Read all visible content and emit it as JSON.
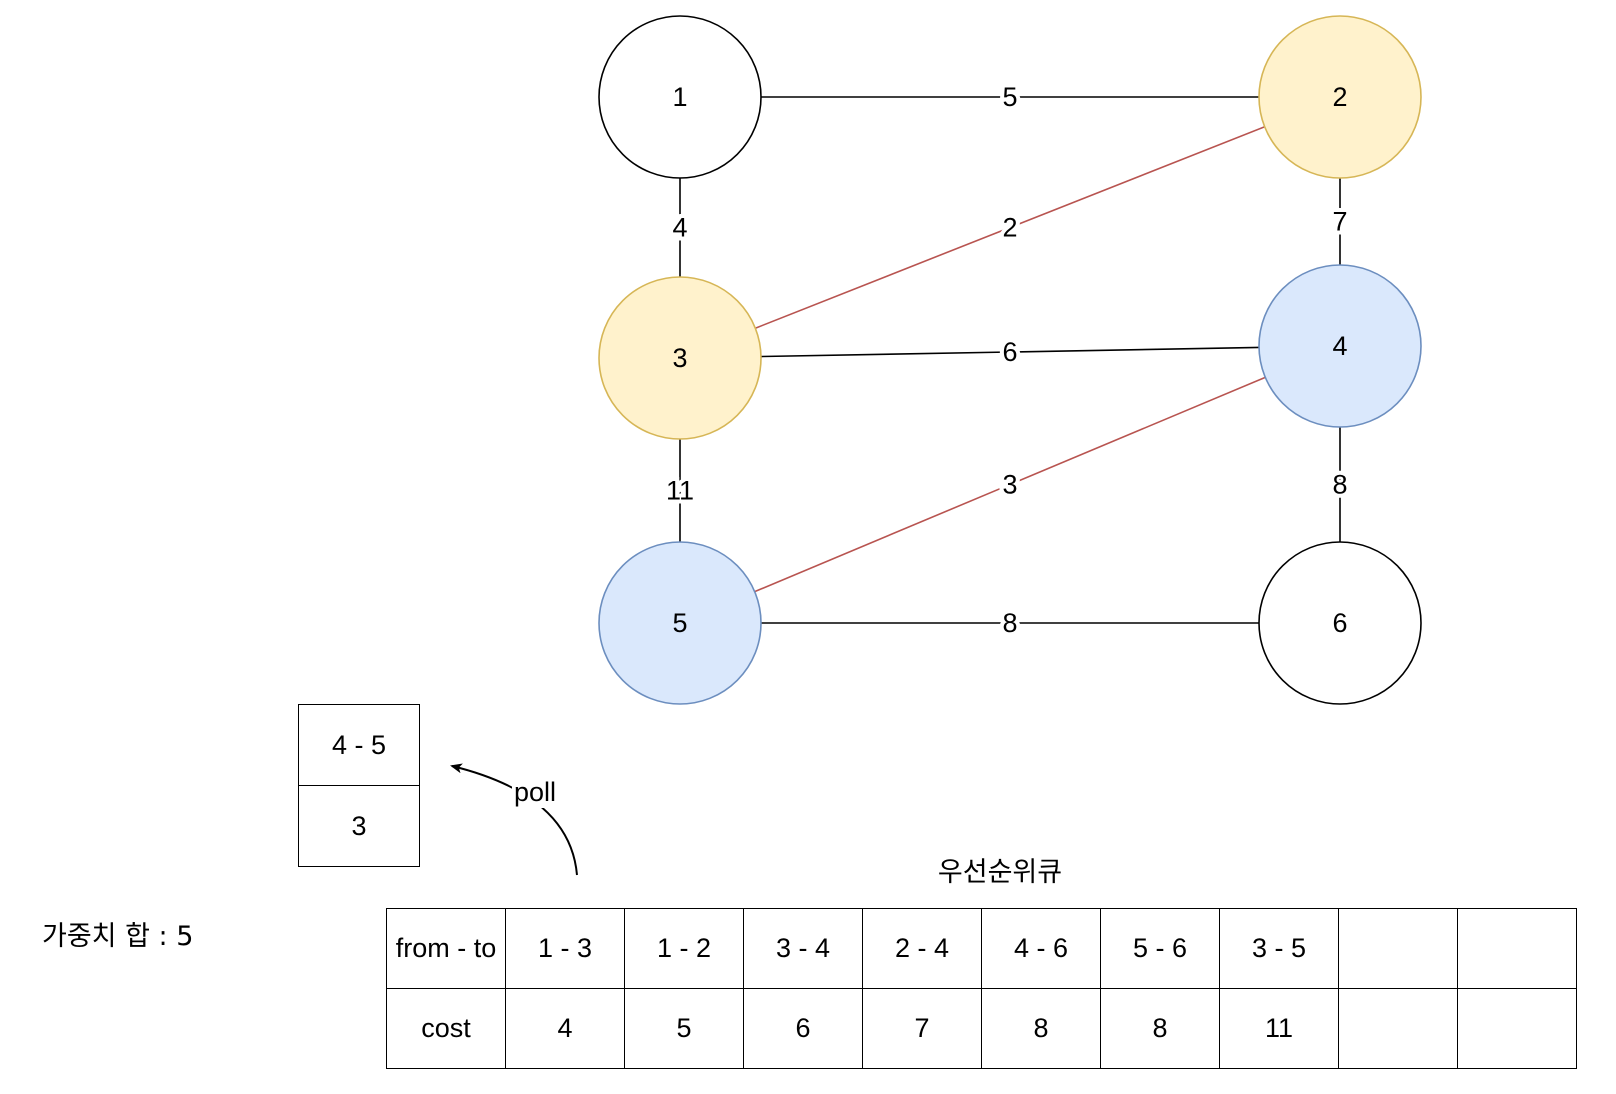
{
  "graph": {
    "nodes": [
      {
        "id": "1",
        "label": "1",
        "fill": "#ffffff",
        "stroke": "#000000"
      },
      {
        "id": "2",
        "label": "2",
        "fill": "#fff2cc",
        "stroke": "#d6b656"
      },
      {
        "id": "3",
        "label": "3",
        "fill": "#fff2cc",
        "stroke": "#d6b656"
      },
      {
        "id": "4",
        "label": "4",
        "fill": "#dae8fc",
        "stroke": "#6c8ebf"
      },
      {
        "id": "5",
        "label": "5",
        "fill": "#dae8fc",
        "stroke": "#6c8ebf"
      },
      {
        "id": "6",
        "label": "6",
        "fill": "#ffffff",
        "stroke": "#000000"
      }
    ],
    "edges": [
      {
        "from": "1",
        "to": "2",
        "weight": "5",
        "color": "#000000"
      },
      {
        "from": "1",
        "to": "3",
        "weight": "4",
        "color": "#000000"
      },
      {
        "from": "3",
        "to": "2",
        "weight": "2",
        "color": "#b85450"
      },
      {
        "from": "2",
        "to": "4",
        "weight": "7",
        "color": "#000000"
      },
      {
        "from": "3",
        "to": "4",
        "weight": "6",
        "color": "#000000"
      },
      {
        "from": "3",
        "to": "5",
        "weight": "11",
        "color": "#000000"
      },
      {
        "from": "5",
        "to": "4",
        "weight": "3",
        "color": "#b85450"
      },
      {
        "from": "4",
        "to": "6",
        "weight": "8",
        "color": "#000000"
      },
      {
        "from": "5",
        "to": "6",
        "weight": "8",
        "color": "#000000"
      }
    ]
  },
  "popped": {
    "edge": "4 - 5",
    "cost": "3"
  },
  "poll_label": "poll",
  "queue": {
    "title": "우선순위큐",
    "row_headers": [
      "from - to",
      "cost"
    ],
    "entries": [
      {
        "edge": "1 - 3",
        "cost": "4"
      },
      {
        "edge": "1 - 2",
        "cost": "5"
      },
      {
        "edge": "3 - 4",
        "cost": "6"
      },
      {
        "edge": "2 - 4",
        "cost": "7"
      },
      {
        "edge": "4 - 6",
        "cost": "8"
      },
      {
        "edge": "5 - 6",
        "cost": "8"
      },
      {
        "edge": "3 - 5",
        "cost": "11"
      },
      {
        "edge": "",
        "cost": ""
      },
      {
        "edge": "",
        "cost": ""
      }
    ]
  },
  "weight_sum_label": "가중치 합 : 5"
}
